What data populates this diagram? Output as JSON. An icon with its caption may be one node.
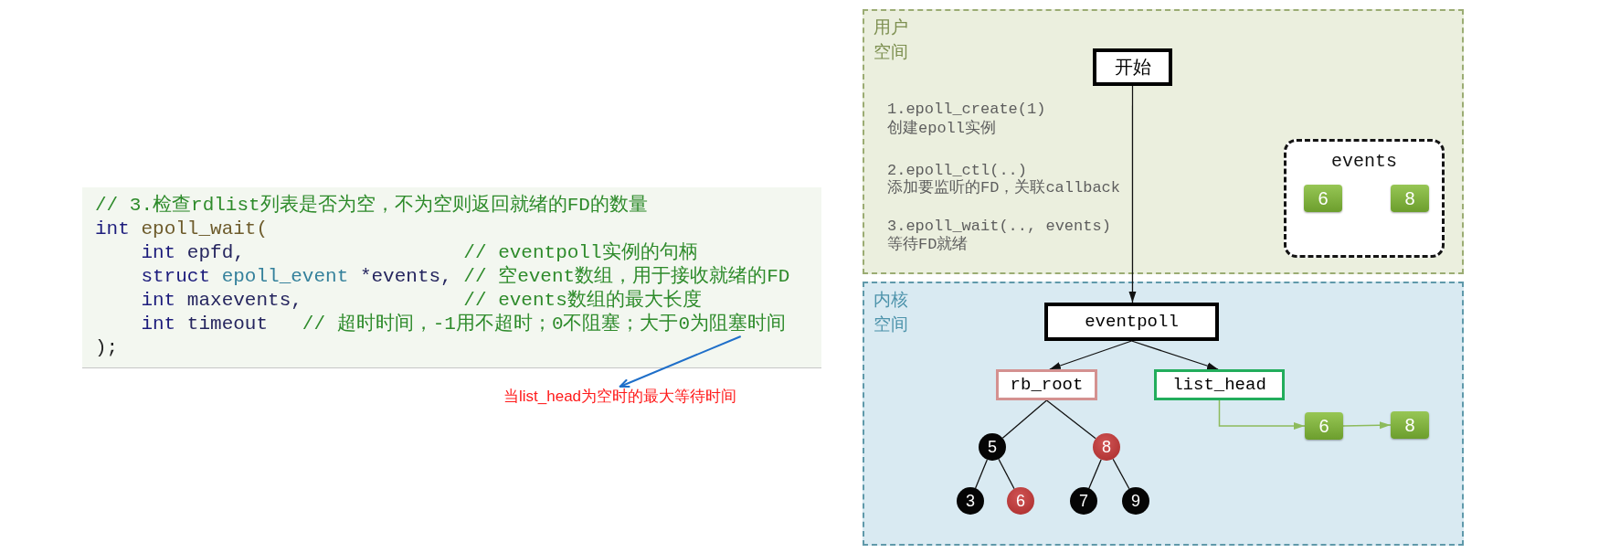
{
  "diagram": {
    "nodes": [
      {
        "text": [
          "// 3.检查rdlist列表是否为空，不为空则返回就绪的FD的数量",
          "int epoll_wait(",
          "int epfd,                   // eventpoll实例的句柄",
          "struct epoll_event *events, // 空event数组，用于接收就绪的FD",
          "int maxevents,              // events数组的最大长度",
          ");"
        ]
      },
      {
        "text": [
          "int timeout   // 超时时间，-1用不超时；0不阻塞；大于0为阻塞时间"
        ],
        "in": 0
      },
      {
        "text": [
          "当list_head为空时的最大等待时间"
        ]
      },
      {
        "text": [
          "用户空间",
          "1.epoll_create(1)",
          "创建epoll实例",
          "2.epoll_ctl(..)",
          "添加要监听的FD，关联callback",
          "3.epoll_wait(.., events)",
          "等待FD就绪"
        ]
      },
      {
        "text": [
          "开始"
        ],
        "in": 3
      },
      {
        "text": [
          "events"
        ],
        "in": 3
      },
      {
        "text": [
          "6"
        ],
        "in": 5
      },
      {
        "text": [
          "8"
        ],
        "in": 5
      },
      {
        "text": [
          "内核空间"
        ]
      },
      {
        "text": [
          "eventpoll"
        ],
        "in": 8
      },
      {
        "text": [
          "rb_root"
        ],
        "in": 8
      },
      {
        "text": [
          "list_head"
        ],
        "in": 8
      },
      {
        "text": [
          "5"
        ],
        "in": 8
      },
      {
        "text": [
          "8"
        ],
        "in": 8
      },
      {
        "text": [
          "6"
        ],
        "in": 8
      },
      {
        "text": [
          "8"
        ],
        "in": 8
      },
      {
        "text": [
          "3"
        ],
        "in": 8
      },
      {
        "text": [
          "6"
        ],
        "in": 8
      },
      {
        "text": [
          "7"
        ],
        "in": 8
      },
      {
        "text": [
          "9"
        ],
        "in": 8
      }
    ],
    "edges": [
      {
        "from": 1,
        "to": 2,
        "arrow": "to",
        "color": "#1f6fc9"
      },
      {
        "from": 4,
        "to": 9,
        "arrow": "to"
      },
      {
        "from": 9,
        "to": 10,
        "arrow": "to"
      },
      {
        "from": 9,
        "to": 11,
        "arrow": "to"
      },
      {
        "from": 10,
        "to": 12,
        "arrow": "none"
      },
      {
        "from": 10,
        "to": 13,
        "arrow": "none"
      },
      {
        "from": 12,
        "to": 16,
        "arrow": "none"
      },
      {
        "from": 12,
        "to": 17,
        "arrow": "none"
      },
      {
        "from": 13,
        "to": 18,
        "arrow": "none"
      },
      {
        "from": 13,
        "to": 19,
        "arrow": "none"
      },
      {
        "from": 11,
        "to": 14,
        "arrow": "to",
        "color": "#8dbb5c"
      },
      {
        "from": 14,
        "to": 15,
        "arrow": "to",
        "color": "#8dbb5c"
      }
    ]
  }
}
